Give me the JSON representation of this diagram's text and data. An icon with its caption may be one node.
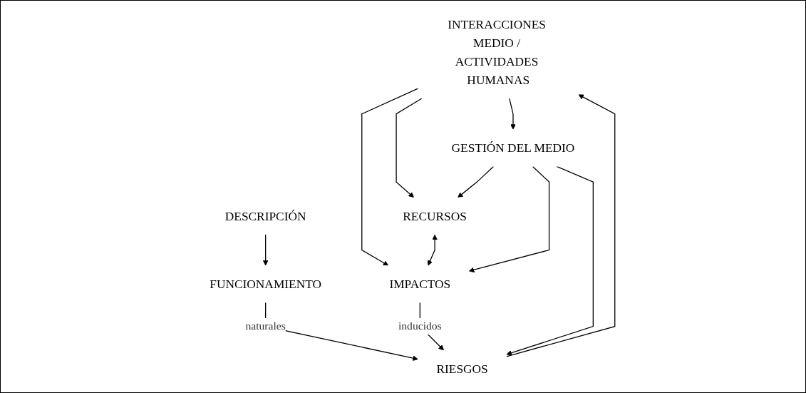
{
  "diagram": {
    "nodes": [
      {
        "text": [
          "INTERACCIONES MEDIO / ACTIVIDADES HUMANAS"
        ]
      },
      {
        "text": [
          "DESCRIPCIÓN"
        ]
      },
      {
        "text": [
          "FUNCIONAMIENTO"
        ]
      },
      {
        "text": [
          "RECURSOS"
        ]
      },
      {
        "text": [
          "IMPACTOS"
        ]
      },
      {
        "text": [
          "RIESGOS"
        ]
      },
      {
        "text": [
          "GESTIÓN DEL MEDIO"
        ]
      }
    ],
    "edges": [
      {
        "from": 0,
        "to": 3,
        "arrow": "to"
      },
      {
        "from": 0,
        "to": 4,
        "arrow": "to"
      },
      {
        "from": 0,
        "to": 6,
        "arrow": "to"
      },
      {
        "from": 1,
        "to": 2,
        "arrow": "to"
      },
      {
        "from": 2,
        "to": 5,
        "arrow": "to",
        "label": "naturales"
      },
      {
        "from": 3,
        "to": 4,
        "arrow": "both"
      },
      {
        "from": 4,
        "to": 5,
        "arrow": "to",
        "label": "inducidos"
      },
      {
        "from": 5,
        "to": 0,
        "arrow": "to"
      },
      {
        "from": 6,
        "to": 3,
        "arrow": "to"
      },
      {
        "from": 6,
        "to": 4,
        "arrow": "to"
      },
      {
        "from": 6,
        "to": 5,
        "arrow": "to"
      }
    ]
  }
}
